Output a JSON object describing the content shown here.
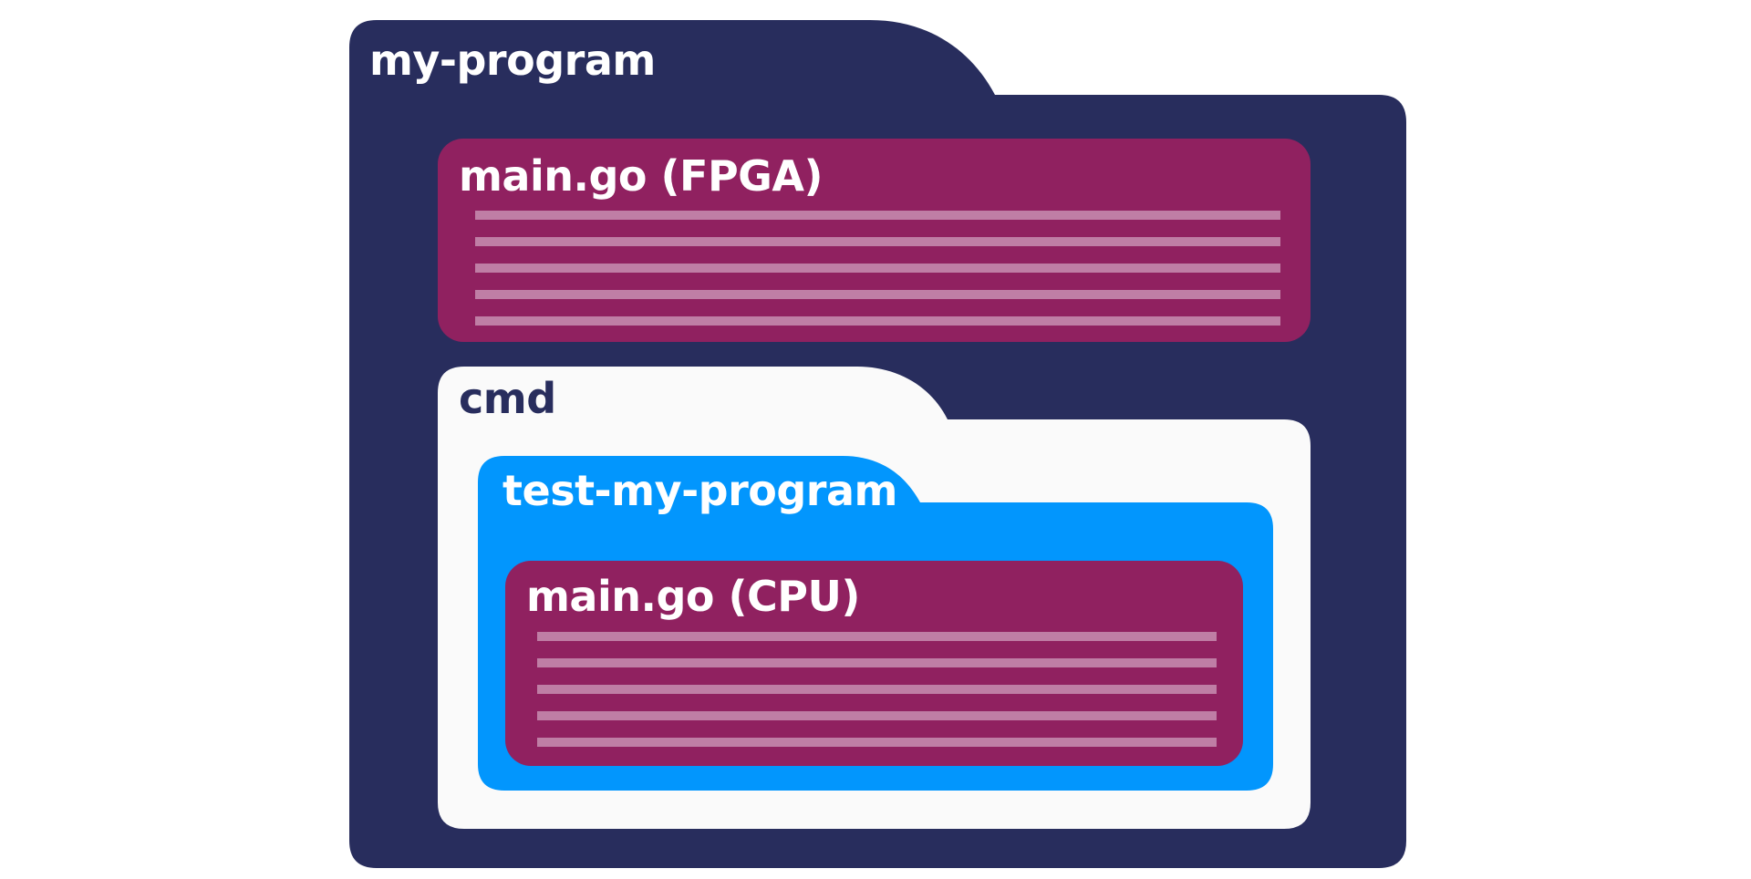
{
  "colors": {
    "canvas": "#ffffff",
    "root_folder": "#282d5d",
    "file": "#902160",
    "file_lines": "#bf7ea5",
    "cmd_folder": "#fafafa",
    "sub_folder": "#0296fd",
    "light_text": "#ffffff",
    "dark_text": "#282d5d"
  },
  "root_folder": {
    "name": "my-program",
    "icon": "folder-icon",
    "children": {
      "fpga_file": {
        "name": "main.go (FPGA)",
        "icon": "file-icon",
        "text_lines": 5
      },
      "cmd_folder": {
        "name": "cmd",
        "icon": "folder-icon",
        "children": {
          "test_folder": {
            "name": "test-my-program",
            "icon": "folder-icon",
            "children": {
              "cpu_file": {
                "name": "main.go (CPU)",
                "icon": "file-icon",
                "text_lines": 5
              }
            }
          }
        }
      }
    }
  }
}
